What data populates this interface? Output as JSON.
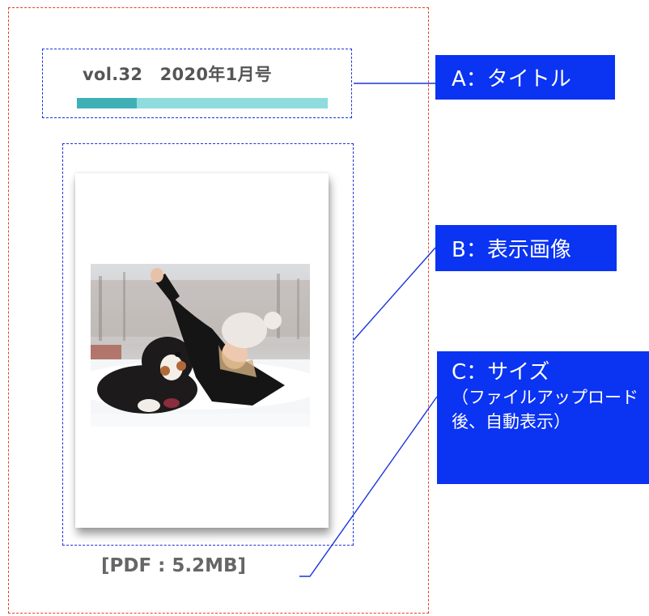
{
  "figure": {
    "title": "vol.32　2020年1月号",
    "title_bar": {
      "accent_color": "#3fb0b6",
      "track_color": "#8fdcde",
      "filled_fraction": 0.24
    },
    "photo_icon": "dog-and-woman-in-snow-photo",
    "size_label": "[PDF : 5.2MB]"
  },
  "callouts": {
    "a": "A：タイトル",
    "b": "B：表示画像",
    "c_title": "C：サイズ",
    "c_note": "（ファイルアップロード後、自動表示）"
  },
  "colors": {
    "callout_bg": "#0a33f2",
    "box_border": "#1a35d9",
    "frame_border": "#e8421f"
  }
}
